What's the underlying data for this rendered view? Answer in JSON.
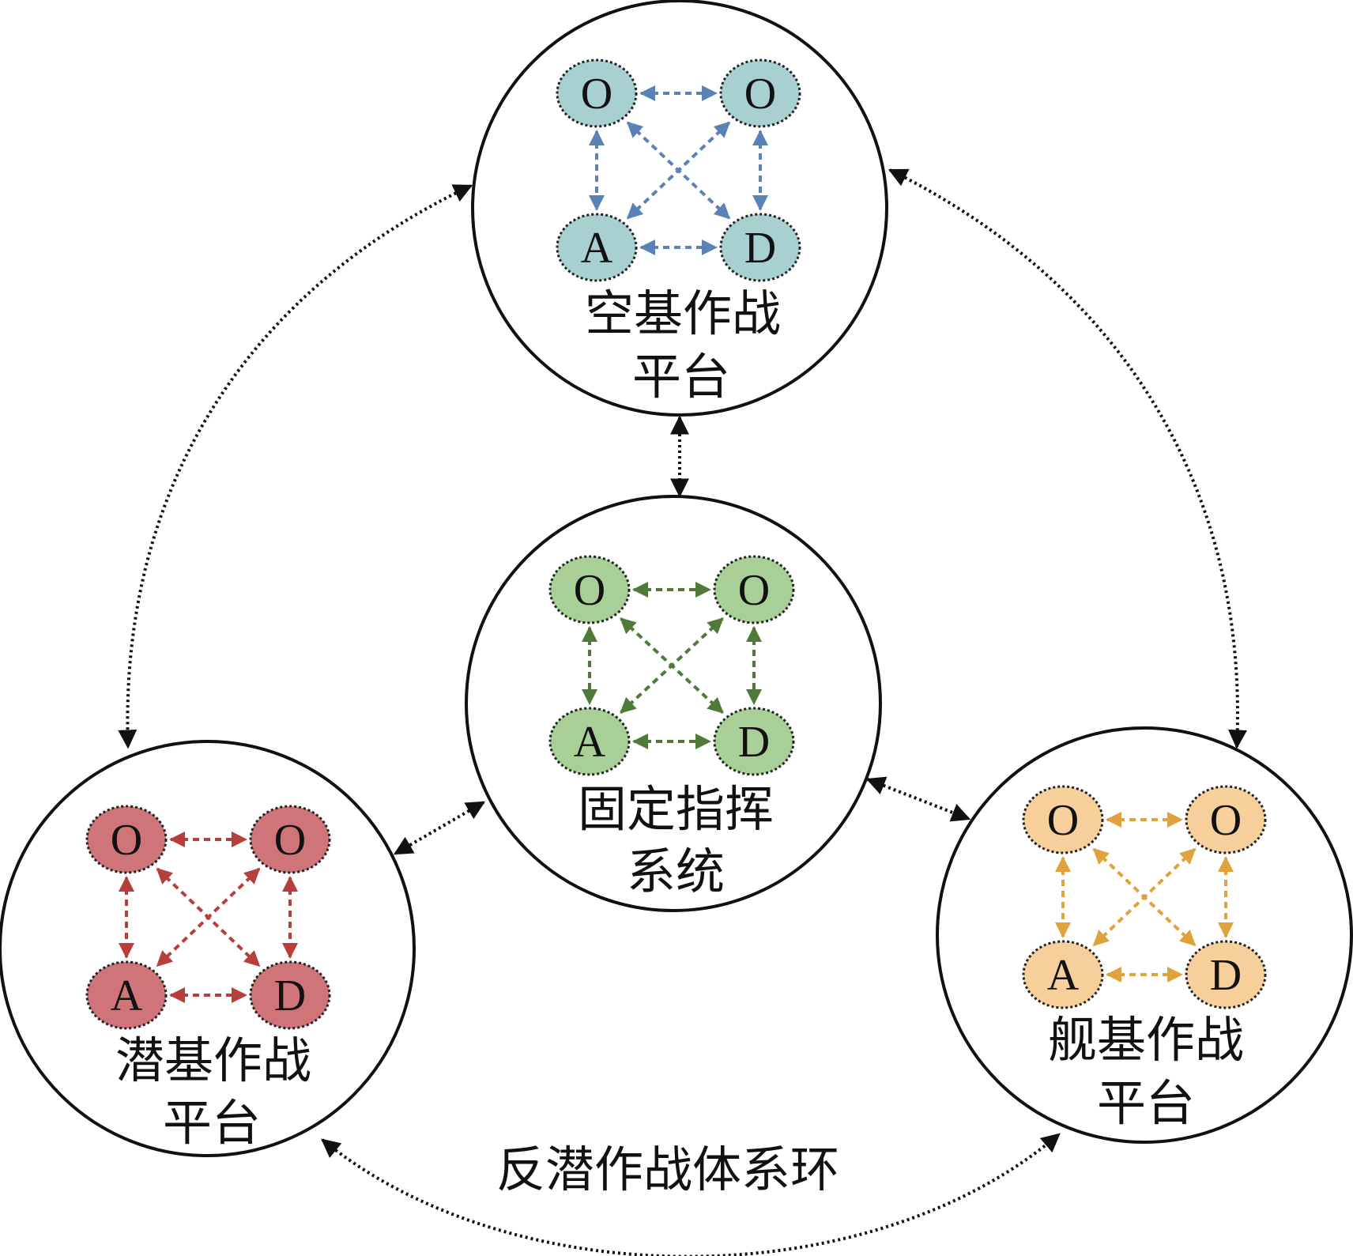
{
  "diagram": {
    "ring_label": "反潜作战体系环",
    "platforms": [
      {
        "id": "air",
        "label_lines": [
          "空基作战",
          "平台"
        ],
        "color": "#5b82b6",
        "fill": "#a8d0d1",
        "nodes": [
          "O",
          "O",
          "A",
          "D"
        ]
      },
      {
        "id": "command",
        "label_lines": [
          "固定指挥",
          "系统"
        ],
        "color": "#4f7a38",
        "fill": "#a9cf98",
        "nodes": [
          "O",
          "O",
          "A",
          "D"
        ]
      },
      {
        "id": "sub",
        "label_lines": [
          "潜基作战",
          "平台"
        ],
        "color": "#b83e3c",
        "fill": "#cf7478",
        "nodes": [
          "O",
          "O",
          "A",
          "D"
        ]
      },
      {
        "id": "ship",
        "label_lines": [
          "舰基作战",
          "平台"
        ],
        "color": "#e0a23c",
        "fill": "#f6cf9a",
        "nodes": [
          "O",
          "O",
          "A",
          "D"
        ]
      }
    ]
  }
}
